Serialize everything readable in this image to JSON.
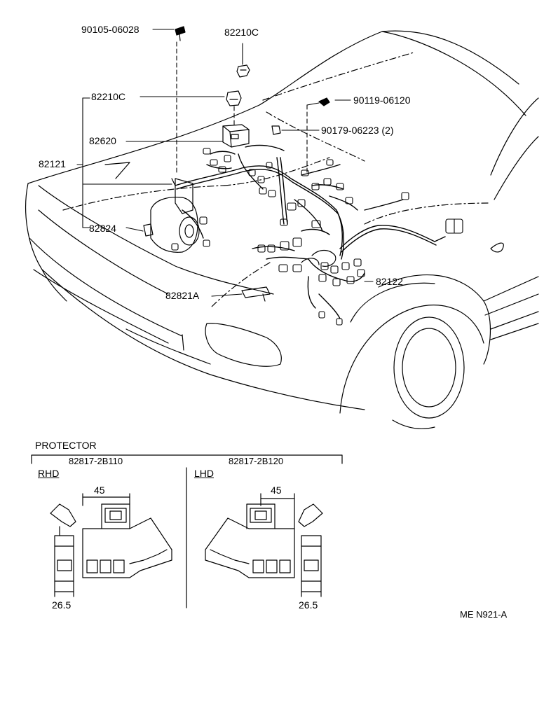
{
  "callouts": {
    "p1": "90105-06028",
    "p2": "82210C",
    "p3": "82210C",
    "p4": "90119-06120",
    "p5": "90179-06223 (2)",
    "p6": "82620",
    "p7": "82121",
    "p8": "82824",
    "p9": "82821A",
    "p10": "82122"
  },
  "protector": {
    "title": "PROTECTOR",
    "rhd": {
      "part": "82817-2B110",
      "label": "RHD",
      "dim_width": "45",
      "dim_depth": "26.5"
    },
    "lhd": {
      "part": "82817-2B120",
      "label": "LHD",
      "dim_width": "45",
      "dim_depth": "26.5"
    }
  },
  "figure_code": "ME N921-A"
}
